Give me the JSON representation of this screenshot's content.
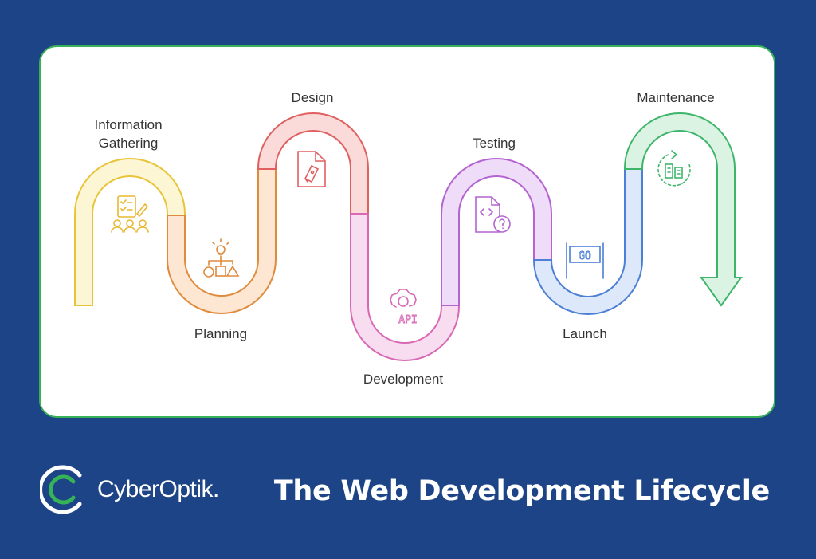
{
  "diagram": {
    "stages": [
      {
        "id": "information-gathering",
        "label": "Information\nGathering",
        "icon": "survey-checklist-people-icon",
        "color": "#e8c43a",
        "fill": "#fdf6d4"
      },
      {
        "id": "planning",
        "label": "Planning",
        "icon": "lightbulb-hierarchy-icon",
        "color": "#e08a3c",
        "fill": "#fde6d2"
      },
      {
        "id": "design",
        "label": "Design",
        "icon": "pen-document-icon",
        "color": "#e06060",
        "fill": "#fbdada"
      },
      {
        "id": "development",
        "label": "Development",
        "icon": "api-gear-icon",
        "color": "#d868b4",
        "fill": "#f8dcef"
      },
      {
        "id": "testing",
        "label": "Testing",
        "icon": "code-question-document-icon",
        "color": "#b463d0",
        "fill": "#eedcf8"
      },
      {
        "id": "launch",
        "label": "Launch",
        "icon": "go-banner-icon",
        "color": "#4d7fd6",
        "fill": "#dde8fa"
      },
      {
        "id": "maintenance",
        "label": "Maintenance",
        "icon": "refresh-building-icon",
        "color": "#3fb56b",
        "fill": "#daf3e3"
      }
    ],
    "icon_texts": {
      "development": "API",
      "launch": "GO"
    }
  },
  "footer": {
    "brand_part1": "Cyber",
    "brand_part2": "Optik.",
    "title": "The Web Development Lifecycle",
    "logo_icon": "cyberoptik-ring-logo-icon",
    "brand_color": "#36b356"
  }
}
